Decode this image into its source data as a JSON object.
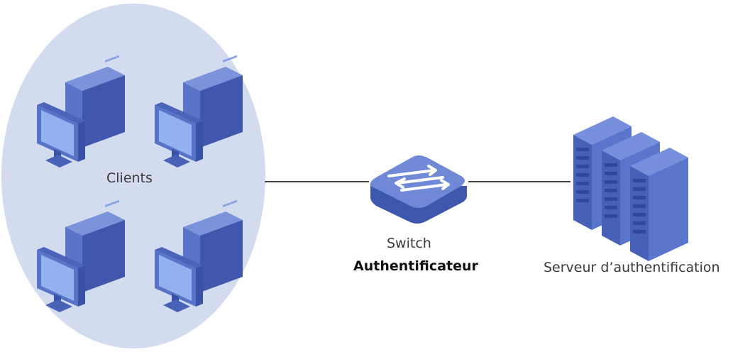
{
  "diagram": {
    "clients_label": "Clients",
    "switch_label": "Switch",
    "authenticator_label": "Authentificateur",
    "server_label": "Serveur d’authentification"
  },
  "icons": {
    "client": "desktop-computer-icon",
    "switch": "network-switch-icon",
    "server": "server-rack-icon"
  },
  "colors": {
    "client_group_fill": "#d3dbef",
    "icon_light": "#6f89d6",
    "icon_mid": "#5672c9",
    "icon_dark": "#3d57ad",
    "screen": "#8fb0ee",
    "link_line": "#444444"
  }
}
